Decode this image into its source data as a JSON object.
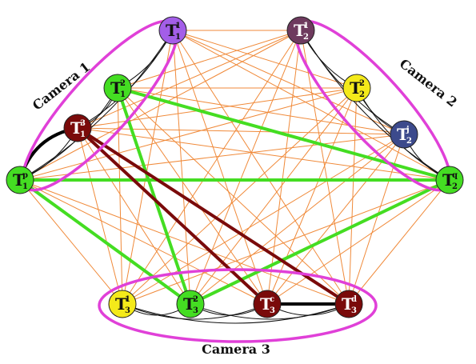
{
  "cameras": [
    {
      "id": "c1",
      "label": "Camera 1"
    },
    {
      "id": "c2",
      "label": "Camera 2"
    },
    {
      "id": "c3",
      "label": "Camera 3"
    }
  ],
  "nodes": [
    {
      "id": "t1_1",
      "base": "T",
      "sup": "1",
      "sub": "1",
      "color": "#a35ee8",
      "camera": "c1"
    },
    {
      "id": "t1_2",
      "base": "T",
      "sup": "2",
      "sub": "1",
      "color": "#44dd22",
      "camera": "c1"
    },
    {
      "id": "t1_3",
      "base": "T",
      "sup": "3",
      "sub": "1",
      "color": "#7a0a0a",
      "camera": "c1"
    },
    {
      "id": "t1_p",
      "base": "T",
      "sup": "p",
      "sub": "1",
      "color": "#44dd22",
      "camera": "c1"
    },
    {
      "id": "t2_1",
      "base": "T",
      "sup": "1",
      "sub": "2",
      "color": "#6e3a5e",
      "camera": "c2"
    },
    {
      "id": "t2_2",
      "base": "T",
      "sup": "2",
      "sub": "2",
      "color": "#f4ea1a",
      "camera": "c2"
    },
    {
      "id": "t2_j",
      "base": "T",
      "sup": "j",
      "sub": "2",
      "color": "#3c4a8c",
      "camera": "c2"
    },
    {
      "id": "t2_q",
      "base": "T",
      "sup": "q",
      "sub": "2",
      "color": "#44dd22",
      "camera": "c2"
    },
    {
      "id": "t3_1",
      "base": "T",
      "sup": "1",
      "sub": "3",
      "color": "#f4ea1a",
      "camera": "c3"
    },
    {
      "id": "t3_2",
      "base": "T",
      "sup": "2",
      "sub": "3",
      "color": "#44dd22",
      "camera": "c3"
    },
    {
      "id": "t3_c",
      "base": "T",
      "sup": "c",
      "sub": "3",
      "color": "#7a0a0a",
      "camera": "c3"
    },
    {
      "id": "t3_d",
      "base": "T",
      "sup": "d",
      "sub": "3",
      "color": "#7a0a0a",
      "camera": "c3"
    }
  ],
  "colors": {
    "camera_ellipse": "#e040d8",
    "cross_edge": "#f08a3a",
    "intra_edge": "#111111",
    "match_green": "#44dd22",
    "match_darkred": "#7a0a0a",
    "match_black": "#000000"
  },
  "edges": {
    "green_matches": [
      [
        "t1_2",
        "t3_2"
      ],
      [
        "t1_2",
        "t2_q"
      ],
      [
        "t1_p",
        "t2_q"
      ],
      [
        "t1_p",
        "t3_2"
      ],
      [
        "t3_2",
        "t2_q"
      ]
    ],
    "darkred_matches": [
      [
        "t1_3",
        "t3_c"
      ],
      [
        "t1_3",
        "t3_d"
      ]
    ],
    "black_matches": [
      [
        "t1_p",
        "t1_3"
      ],
      [
        "t3_c",
        "t3_d"
      ]
    ]
  }
}
